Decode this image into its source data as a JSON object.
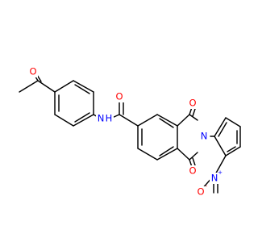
{
  "colors": {
    "bond": "#000000",
    "oxygen": "#ff0000",
    "nitrogen": "#0000ff"
  },
  "atoms": [
    {
      "id": "o-acetyl",
      "label": "O",
      "element": "oxygen"
    },
    {
      "id": "n-amide",
      "label": "N",
      "element": "nitrogen"
    },
    {
      "id": "h-amide",
      "label": "H",
      "element": "nitrogen"
    },
    {
      "id": "o-amide",
      "label": "O",
      "element": "oxygen"
    },
    {
      "id": "o-imide-top",
      "label": "O",
      "element": "oxygen"
    },
    {
      "id": "n-imide",
      "label": "N",
      "element": "nitrogen"
    },
    {
      "id": "o-imide-bottom",
      "label": "O",
      "element": "oxygen"
    },
    {
      "id": "n-nitro",
      "label": "N",
      "element": "nitrogen"
    },
    {
      "id": "charge-nitro-plus",
      "label": "+",
      "element": "nitrogen"
    },
    {
      "id": "o-nitro",
      "label": "O",
      "element": "oxygen"
    },
    {
      "id": "charge-nitro-minus",
      "label": "-",
      "element": "oxygen"
    }
  ]
}
